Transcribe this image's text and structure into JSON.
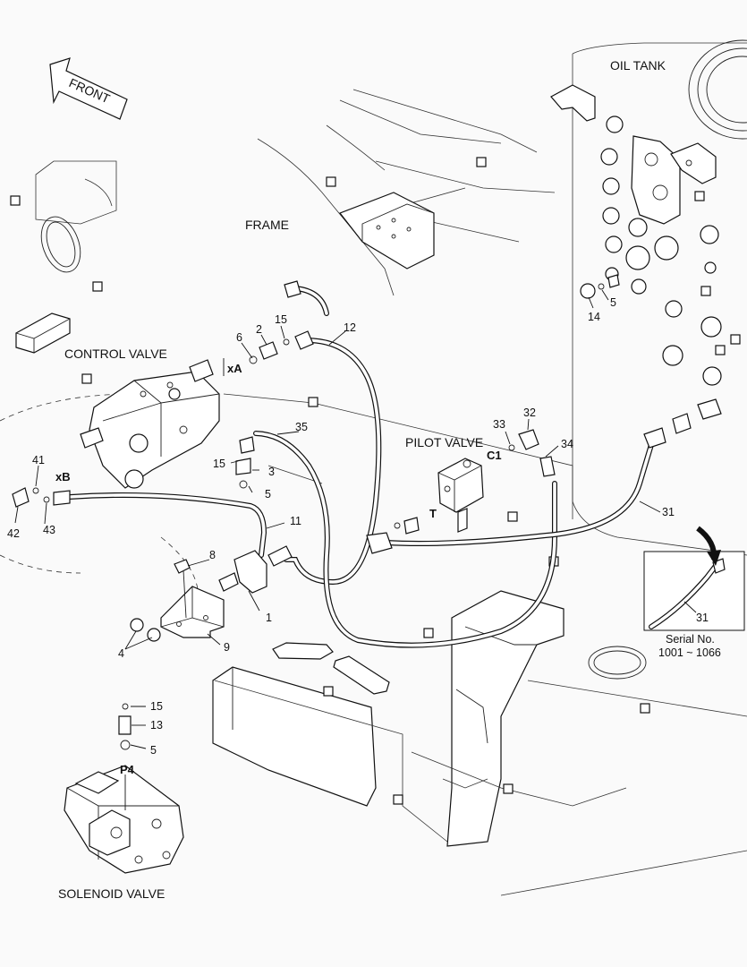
{
  "labels": {
    "front": "FRONT",
    "oil_tank": "OIL TANK",
    "frame": "FRAME",
    "control_valve": "CONTROL VALVE",
    "pilot_valve": "PILOT VALVE",
    "solenoid_valve": "SOLENOID VALVE",
    "serial_label": "Serial No.",
    "serial_range": "1001 ~ 1066"
  },
  "ports": {
    "xA": "xA",
    "xB": "xB",
    "C1": "C1",
    "T": "T",
    "P4": "P4"
  },
  "callouts": {
    "p1": "1",
    "p2": "2",
    "p3": "3",
    "p4": "4",
    "p5a": "5",
    "p5b": "5",
    "p5c": "5",
    "p6": "6",
    "p8": "8",
    "p9": "9",
    "p11": "11",
    "p12": "12",
    "p13": "13",
    "p14": "14",
    "p15a": "15",
    "p15b": "15",
    "p15c": "15",
    "p31a": "31",
    "p31b": "31",
    "p32": "32",
    "p33": "33",
    "p34": "34",
    "p35": "35",
    "p41": "41",
    "p42": "42",
    "p43": "43"
  },
  "colors": {
    "line": "#111111",
    "background": "#fafafa"
  }
}
